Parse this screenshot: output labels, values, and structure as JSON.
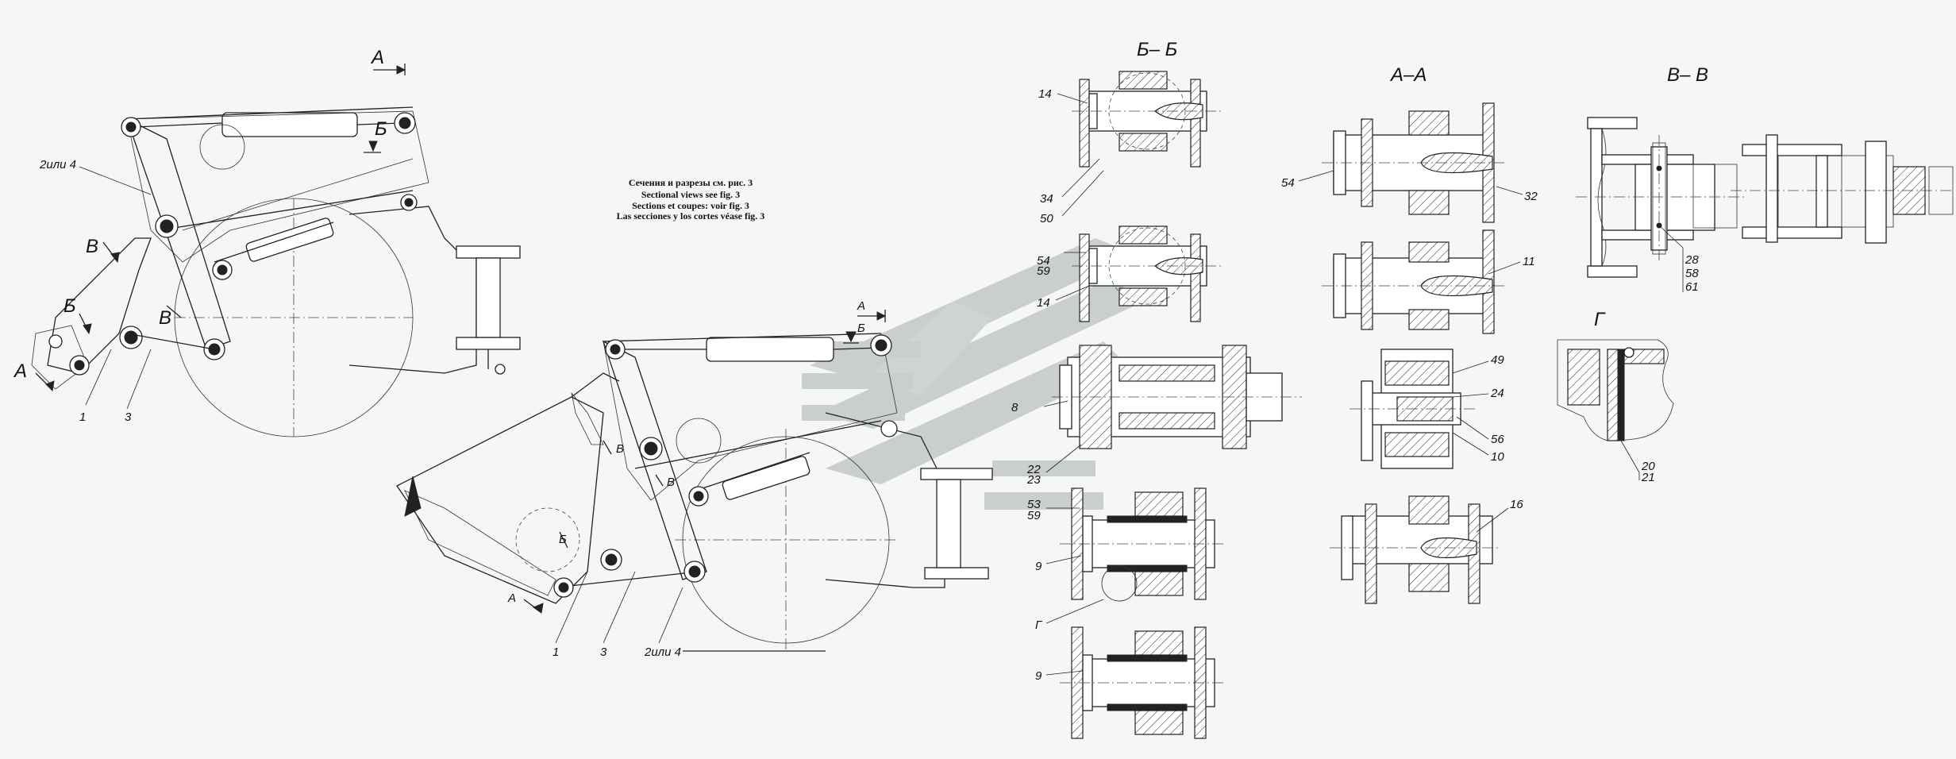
{
  "note": {
    "lines": [
      "Сечения и разрезы см. рис. 3",
      "Sectional views see fig. 3",
      "Sections et coupes: voir fig. 3",
      "Las secciones y los cortes véase fig. 3"
    ]
  },
  "sections": {
    "bb": "Б– Б",
    "aa": "А–А",
    "vv": "В– В",
    "g": "Г"
  },
  "view_marks": {
    "a": "А",
    "b": "Б",
    "v": "В",
    "g": "Г"
  },
  "left_view": {
    "callouts": {
      "c2or4": "2или 4",
      "c1": "1",
      "c3": "3"
    }
  },
  "middle_view": {
    "callouts": {
      "c1": "1",
      "c3": "3",
      "c2or4": "2или 4"
    }
  },
  "bb_column": {
    "c14a": "14",
    "c34": "34",
    "c50": "50",
    "c54": "54",
    "c59a": "59",
    "c14b": "14",
    "c8": "8",
    "c22": "22",
    "c23": "23",
    "c53": "53",
    "c59b": "59",
    "c9a": "9",
    "cG": "Г",
    "c9b": "9"
  },
  "aa_column": {
    "c54": "54",
    "c32": "32",
    "c11": "11",
    "c49": "49",
    "c24": "24",
    "c56": "56",
    "c10": "10",
    "c16": "16"
  },
  "vv_view": {
    "c28": "28",
    "c58": "58",
    "c61": "61"
  },
  "g_view": {
    "c20": "20",
    "c21": "21"
  },
  "colors": {
    "line": "#222222",
    "background": "#f6f6f6",
    "watermark": "#c2c8c8"
  }
}
